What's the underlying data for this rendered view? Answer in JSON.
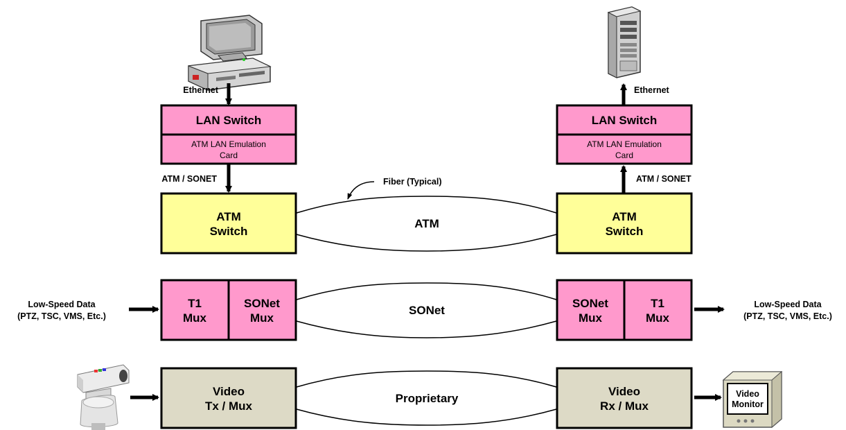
{
  "colors": {
    "lan_switch": "#ff99cc",
    "atm_switch": "#ffff99",
    "mux": "#ff99cc",
    "video": "#dddac6",
    "line": "#000000"
  },
  "left": {
    "workstation_icon": "workstation-computer-icon",
    "ethernet_label": "Ethernet",
    "lan_switch_title": "LAN Switch",
    "lan_card_line1": "ATM LAN Emulation",
    "lan_card_line2": "Card",
    "atm_sonet_label": "ATM / SONET",
    "atm_switch_line1": "ATM",
    "atm_switch_line2": "Switch",
    "t1_line1": "T1",
    "t1_line2": "Mux",
    "sonet_line1": "SONet",
    "sonet_line2": "Mux",
    "lowspeed_line1": "Low-Speed Data",
    "lowspeed_line2": "(PTZ, TSC, VMS, Etc.)",
    "camera_icon": "ptz-camera-icon",
    "video_line1": "Video",
    "video_line2": "Tx / Mux"
  },
  "right": {
    "server_icon": "tower-server-icon",
    "ethernet_label": "Ethernet",
    "lan_switch_title": "LAN Switch",
    "lan_card_line1": "ATM LAN Emulation",
    "lan_card_line2": "Card",
    "atm_sonet_label": "ATM / SONET",
    "atm_switch_line1": "ATM",
    "atm_switch_line2": "Switch",
    "sonet_line1": "SONet",
    "sonet_line2": "Mux",
    "t1_line1": "T1",
    "t1_line2": "Mux",
    "lowspeed_line1": "Low-Speed Data",
    "lowspeed_line2": "(PTZ, TSC, VMS, Etc.)",
    "video_line1": "Video",
    "video_line2": "Rx / Mux",
    "monitor_line1": "Video",
    "monitor_line2": "Monitor"
  },
  "links": {
    "fiber_callout": "Fiber (Typical)",
    "atm": "ATM",
    "sonet": "SONet",
    "proprietary": "Proprietary"
  }
}
